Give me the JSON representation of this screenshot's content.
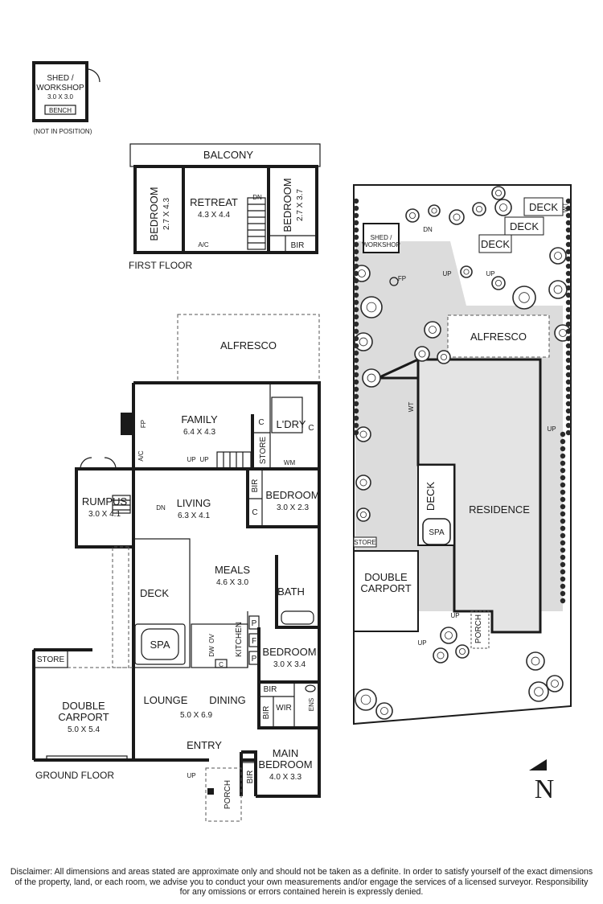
{
  "shed": {
    "name": "SHED /",
    "name2": "WORKSHOP",
    "dims": "3.0 X 3.0",
    "bench": "BENCH",
    "note": "(NOT IN POSITION)"
  },
  "first_floor": {
    "caption": "FIRST FLOOR",
    "balcony": "BALCONY",
    "bedroom_left": {
      "name": "BEDROOM",
      "dims": "2.7 X 4.3"
    },
    "retreat": {
      "name": "RETREAT",
      "dims": "4.3 X 4.4"
    },
    "bedroom_right": {
      "name": "BEDROOM",
      "dims": "2.7 X 3.7"
    },
    "dn": "DN",
    "ac": "A/C",
    "bir": "BIR"
  },
  "ground_floor": {
    "caption": "GROUND FLOOR",
    "alfresco": "ALFRESCO",
    "family": {
      "name": "FAMILY",
      "dims": "6.4 X 4.3"
    },
    "fp": "FP",
    "ac": "A/C",
    "up": "UP",
    "dn": "DN",
    "store": "STORE",
    "ldry": "L'DRY",
    "c": "C",
    "wm": "WM",
    "rumpus": {
      "name": "RUMPUS",
      "dims": "3.0 X 4.1"
    },
    "living": {
      "name": "LIVING",
      "dims": "6.3 X 4.1"
    },
    "bedroom2": {
      "name": "BEDROOM",
      "dims": "3.0 X 2.3"
    },
    "bir": "BIR",
    "meals": {
      "name": "MEALS",
      "dims": "4.6 X 3.0"
    },
    "deck": "DECK",
    "spa": "SPA",
    "bath": "BATH",
    "kitchen": "KITCHEN",
    "dw": "DW",
    "ov": "OV",
    "p": "P",
    "f": "F",
    "bedroom3": {
      "name": "BEDROOM",
      "dims": "3.0 X 3.4"
    },
    "carport": {
      "name": "DOUBLE",
      "name2": "CARPORT",
      "dims": "5.0 X 5.4"
    },
    "lounge": "LOUNGE",
    "dining": "DINING",
    "lounge_dims": "5.0 X 6.9",
    "wir": "WIR",
    "ens": "ENS",
    "entry": "ENTRY",
    "main_bedroom": {
      "name": "MAIN",
      "name2": "BEDROOM",
      "dims": "4.0 X 3.3"
    },
    "porch": "PORCH"
  },
  "site_plan": {
    "shed": "SHED /",
    "shed2": "WORKSHOP",
    "deck": "DECK",
    "dn": "DN",
    "up": "UP",
    "fp": "FP",
    "alfresco": "ALFRESCO",
    "wt": "WT",
    "residence": "RESIDENCE",
    "spa": "SPA",
    "store": "STORE",
    "carport": "DOUBLE",
    "carport2": "CARPORT",
    "porch": "PORCH"
  },
  "north": "N",
  "disclaimer": {
    "line1": "Disclaimer: All dimensions and areas stated are approximate only and should not be taken as a definite. In order to satisfy yourself of the exact dimensions",
    "line2": "of the property, land, or each room, we advise you to conduct your own measurements and/or engage the services of a licensed surveyor. Responsibility",
    "line3": "for any omissions or errors contained herein is expressly denied."
  }
}
